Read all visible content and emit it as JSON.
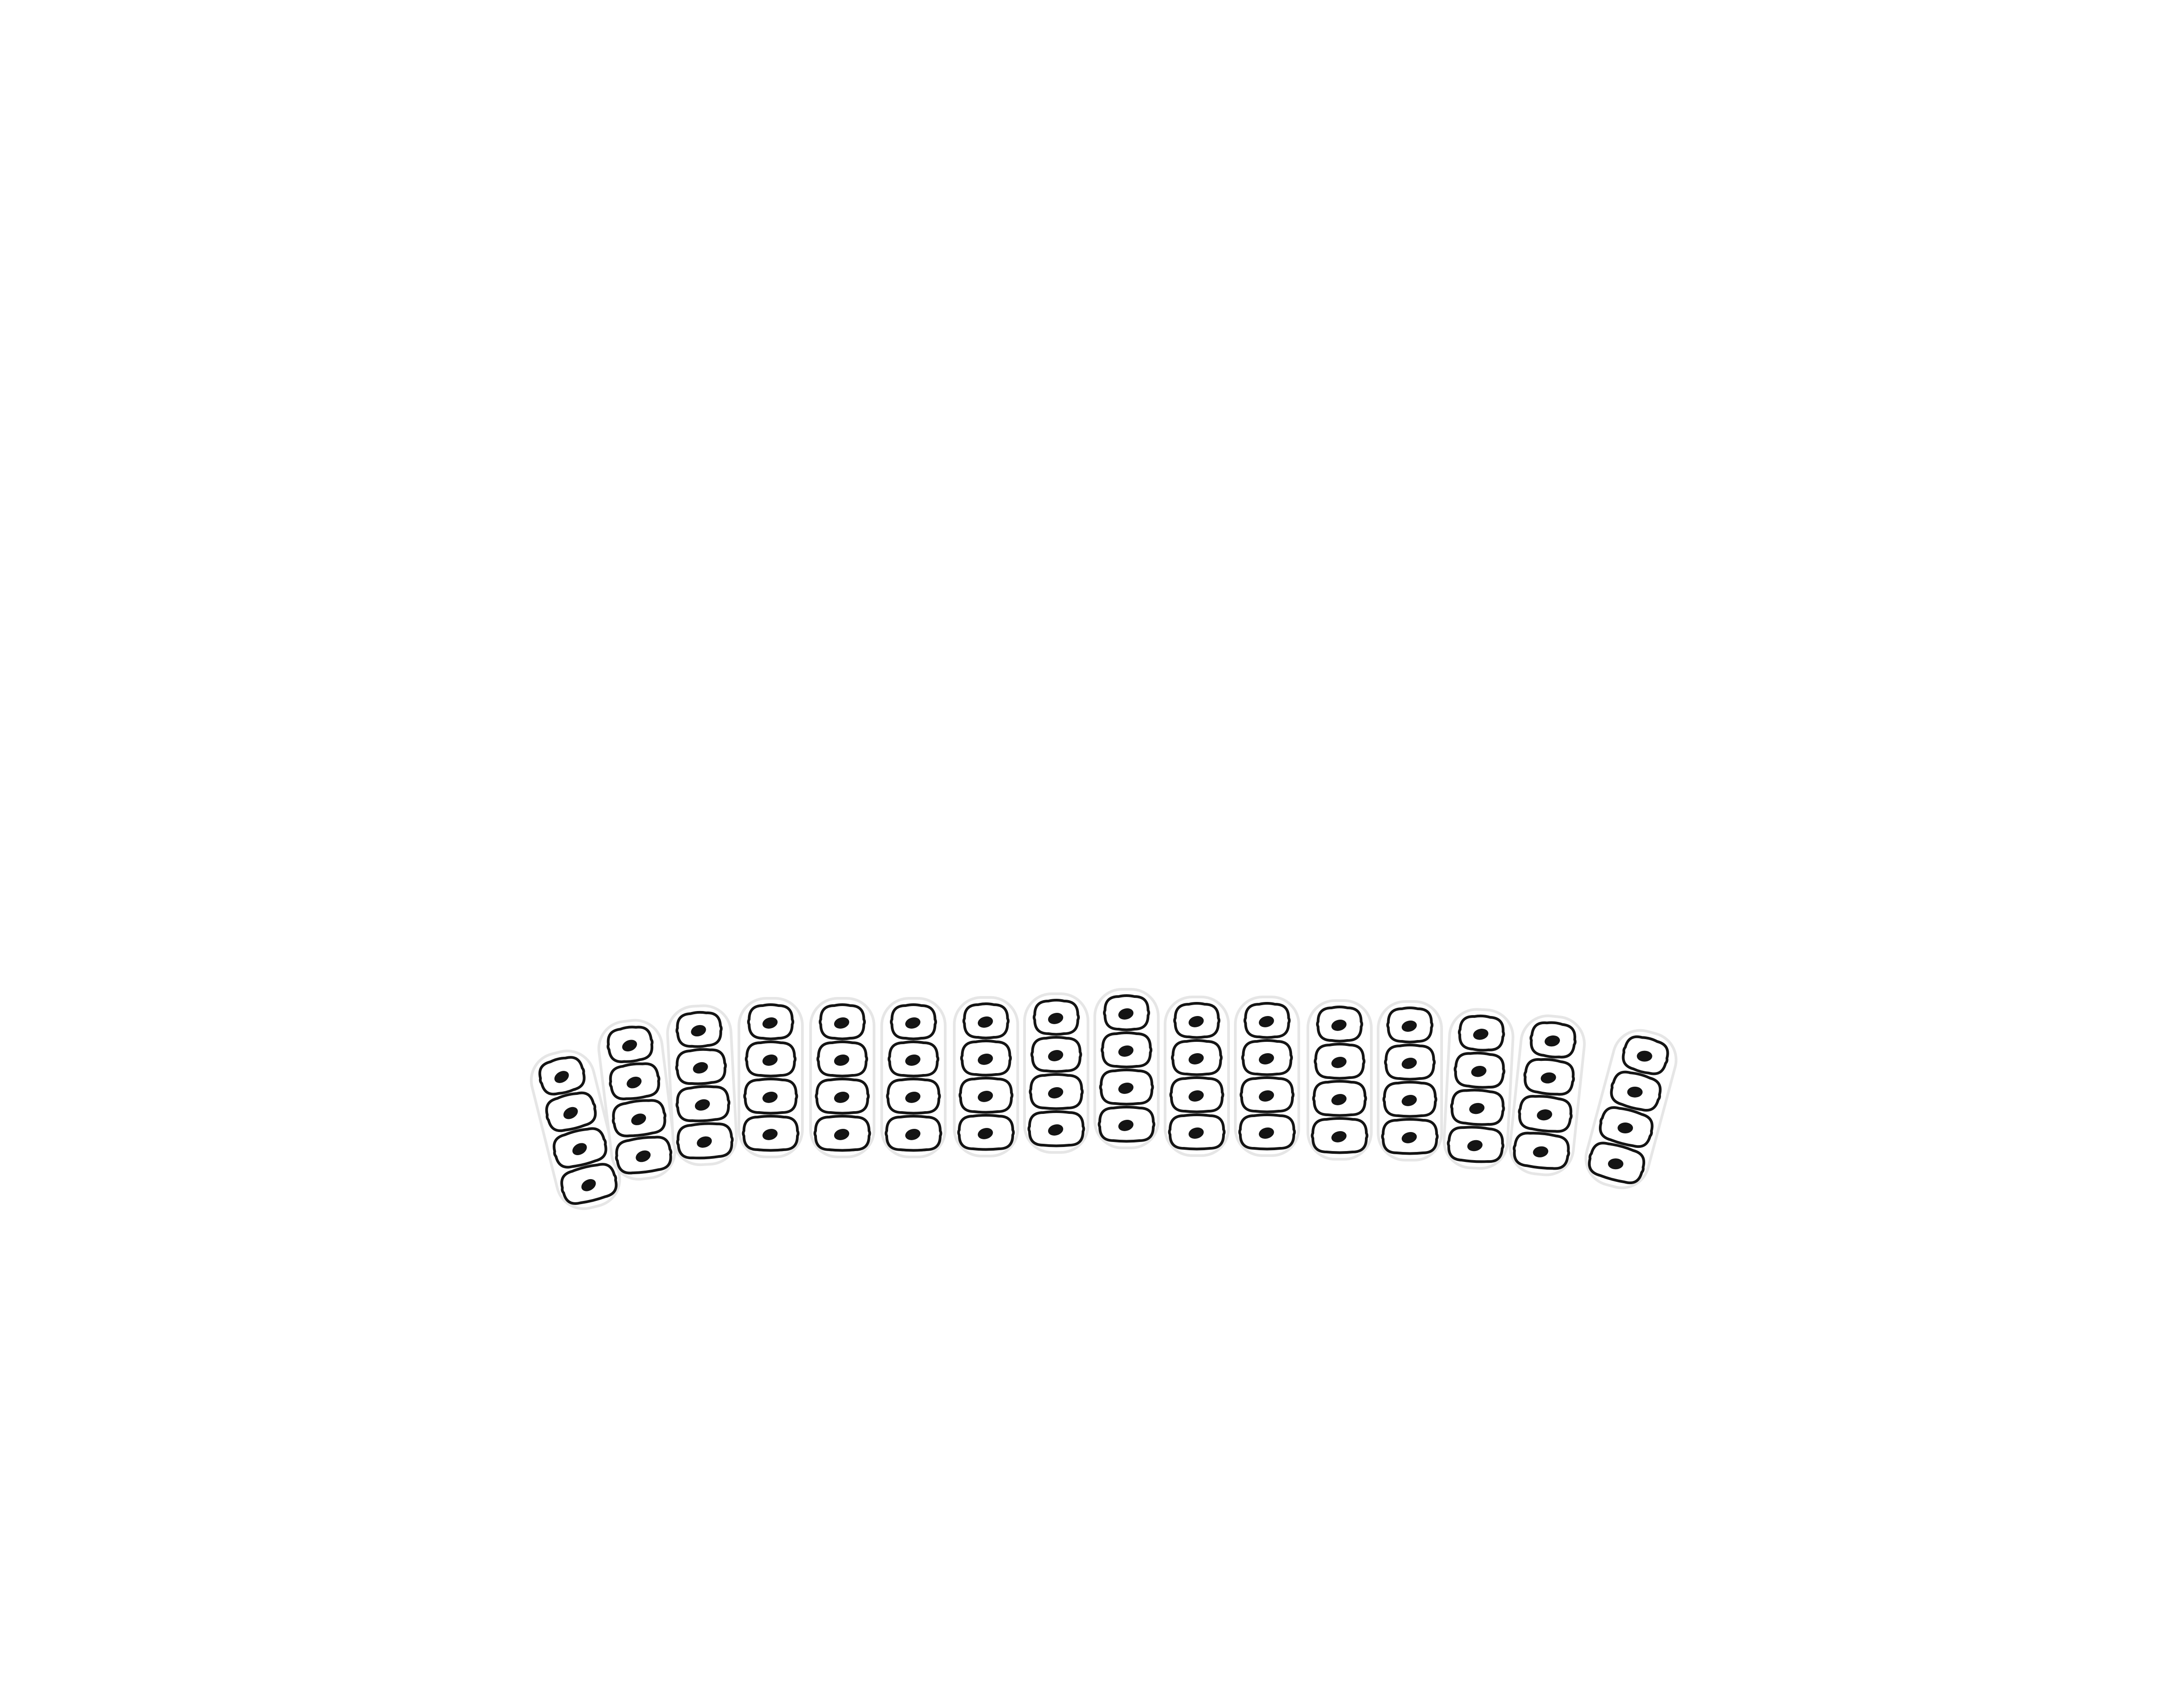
{
  "diagram": {
    "kind": "cell-tissue-illustration",
    "colors": {
      "background": "#ffffff",
      "cell_outline": "#141414",
      "nucleus": "#141414",
      "column_halo": "#e6e6e6"
    },
    "columns": [
      {
        "id": "col-1",
        "cell_count": 4
      },
      {
        "id": "col-2",
        "cell_count": 4
      },
      {
        "id": "col-3",
        "cell_count": 4
      },
      {
        "id": "col-4",
        "cell_count": 4
      },
      {
        "id": "col-5",
        "cell_count": 4
      },
      {
        "id": "col-6",
        "cell_count": 4
      },
      {
        "id": "col-7",
        "cell_count": 4
      },
      {
        "id": "col-8",
        "cell_count": 4
      },
      {
        "id": "col-9",
        "cell_count": 4
      },
      {
        "id": "col-10",
        "cell_count": 4
      },
      {
        "id": "col-11",
        "cell_count": 4
      },
      {
        "id": "col-12",
        "cell_count": 4
      },
      {
        "id": "col-13",
        "cell_count": 4
      },
      {
        "id": "col-14",
        "cell_count": 4
      },
      {
        "id": "col-15",
        "cell_count": 4
      },
      {
        "id": "col-16",
        "cell_count": 4
      }
    ]
  }
}
